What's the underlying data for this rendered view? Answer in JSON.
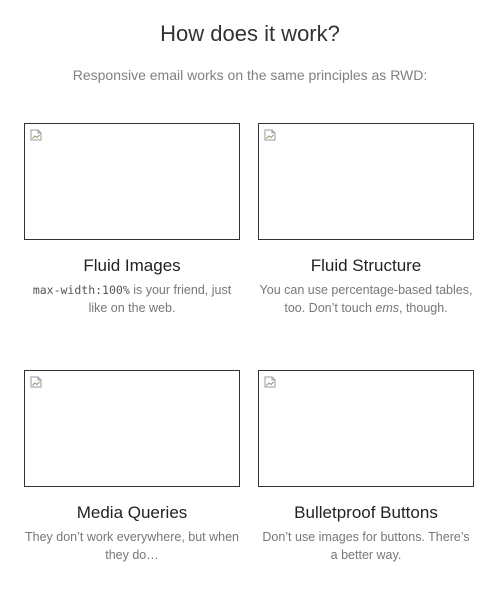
{
  "header": {
    "title": "How does it work?",
    "subtitle": "Responsive email works on the same principles as RWD:"
  },
  "cards": [
    {
      "heading": "Fluid Images",
      "text_code": "max-width:100%",
      "text_rest": " is your friend, just like on the web.",
      "image_icon": "broken-image-icon"
    },
    {
      "heading": "Fluid Structure",
      "text_before": "You can use percentage-based tables, too. Don’t touch ",
      "text_em": "ems",
      "text_after": ", though.",
      "image_icon": "broken-image-icon"
    },
    {
      "heading": "Media Queries",
      "text": "They don’t work everywhere, but when they do…",
      "image_icon": "broken-image-icon"
    },
    {
      "heading": "Bulletproof Buttons",
      "text": "Don’t use images for buttons. There’s a better way.",
      "image_icon": "broken-image-icon"
    }
  ],
  "colors": {
    "title": "#333333",
    "subtitle": "#808080",
    "card_text": "#777777",
    "border": "#333333"
  }
}
